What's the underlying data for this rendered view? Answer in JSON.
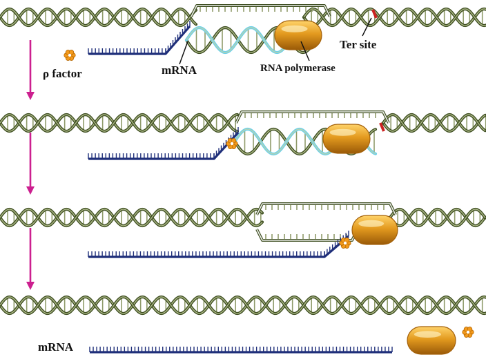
{
  "labels": {
    "rho_factor": "ρ  factor",
    "mrna_top": "mRNA",
    "rna_polymerase": "RNA polymerase",
    "ter_site": "Ter site",
    "mrna_bottom": "mRNA"
  },
  "colors": {
    "dna_strand": "#3f4f22",
    "dna_rung": "#8f9b6a",
    "dna_highlight": "#c9d3a3",
    "mrna": "#1f2f7a",
    "mrna_light": "#6fd0e8",
    "polymerase": "#d98c1a",
    "polymerase_dark": "#a4610a",
    "rho": "#f39a1c",
    "arrow": "#cc1f8f",
    "ter": "#cc2222"
  },
  "icons": {
    "rho_factor": "rho-factor-icon",
    "polymerase": "rna-polymerase-icon",
    "arrow": "step-arrow-icon"
  }
}
